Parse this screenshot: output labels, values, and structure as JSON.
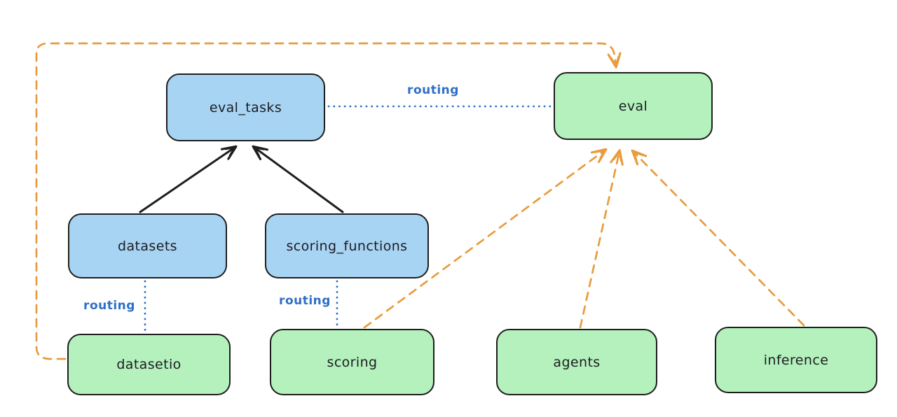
{
  "diagram": {
    "title": "",
    "nodes": [
      {
        "id": "eval_tasks",
        "label": "eval_tasks",
        "color": "blue"
      },
      {
        "id": "eval",
        "label": "eval",
        "color": "green"
      },
      {
        "id": "datasets",
        "label": "datasets",
        "color": "blue"
      },
      {
        "id": "scoring_functions",
        "label": "scoring_functions",
        "color": "blue"
      },
      {
        "id": "datasetio",
        "label": "datasetio",
        "color": "green"
      },
      {
        "id": "scoring",
        "label": "scoring",
        "color": "green"
      },
      {
        "id": "agents",
        "label": "agents",
        "color": "green"
      },
      {
        "id": "inference",
        "label": "inference",
        "color": "green"
      }
    ],
    "edges": [
      {
        "from": "datasets",
        "to": "eval_tasks",
        "style": "solid-arrow",
        "color": "black",
        "label": ""
      },
      {
        "from": "scoring_functions",
        "to": "eval_tasks",
        "style": "solid-arrow",
        "color": "black",
        "label": ""
      },
      {
        "from": "eval_tasks",
        "to": "eval",
        "style": "dotted-line",
        "color": "blue",
        "label": "routing"
      },
      {
        "from": "datasets",
        "to": "datasetio",
        "style": "dotted-line",
        "color": "blue",
        "label": "routing"
      },
      {
        "from": "scoring_functions",
        "to": "scoring",
        "style": "dotted-line",
        "color": "blue",
        "label": "routing"
      },
      {
        "from": "datasetio",
        "to": "eval",
        "style": "dashed-arrow",
        "color": "orange",
        "label": ""
      },
      {
        "from": "scoring",
        "to": "eval",
        "style": "dashed-arrow",
        "color": "orange",
        "label": ""
      },
      {
        "from": "agents",
        "to": "eval",
        "style": "dashed-arrow",
        "color": "orange",
        "label": ""
      },
      {
        "from": "inference",
        "to": "eval",
        "style": "dashed-arrow",
        "color": "orange",
        "label": ""
      }
    ],
    "colors": {
      "node_blue_fill": "#a8d4f4",
      "node_green_fill": "#b4f1bd",
      "node_border": "#1e1e1e",
      "solid_arrow": "#1e1e1e",
      "routing_blue": "#2e6fc7",
      "dashed_orange": "#e99b3e",
      "node_text": "#1c1c21",
      "background": "#ffffff"
    }
  }
}
